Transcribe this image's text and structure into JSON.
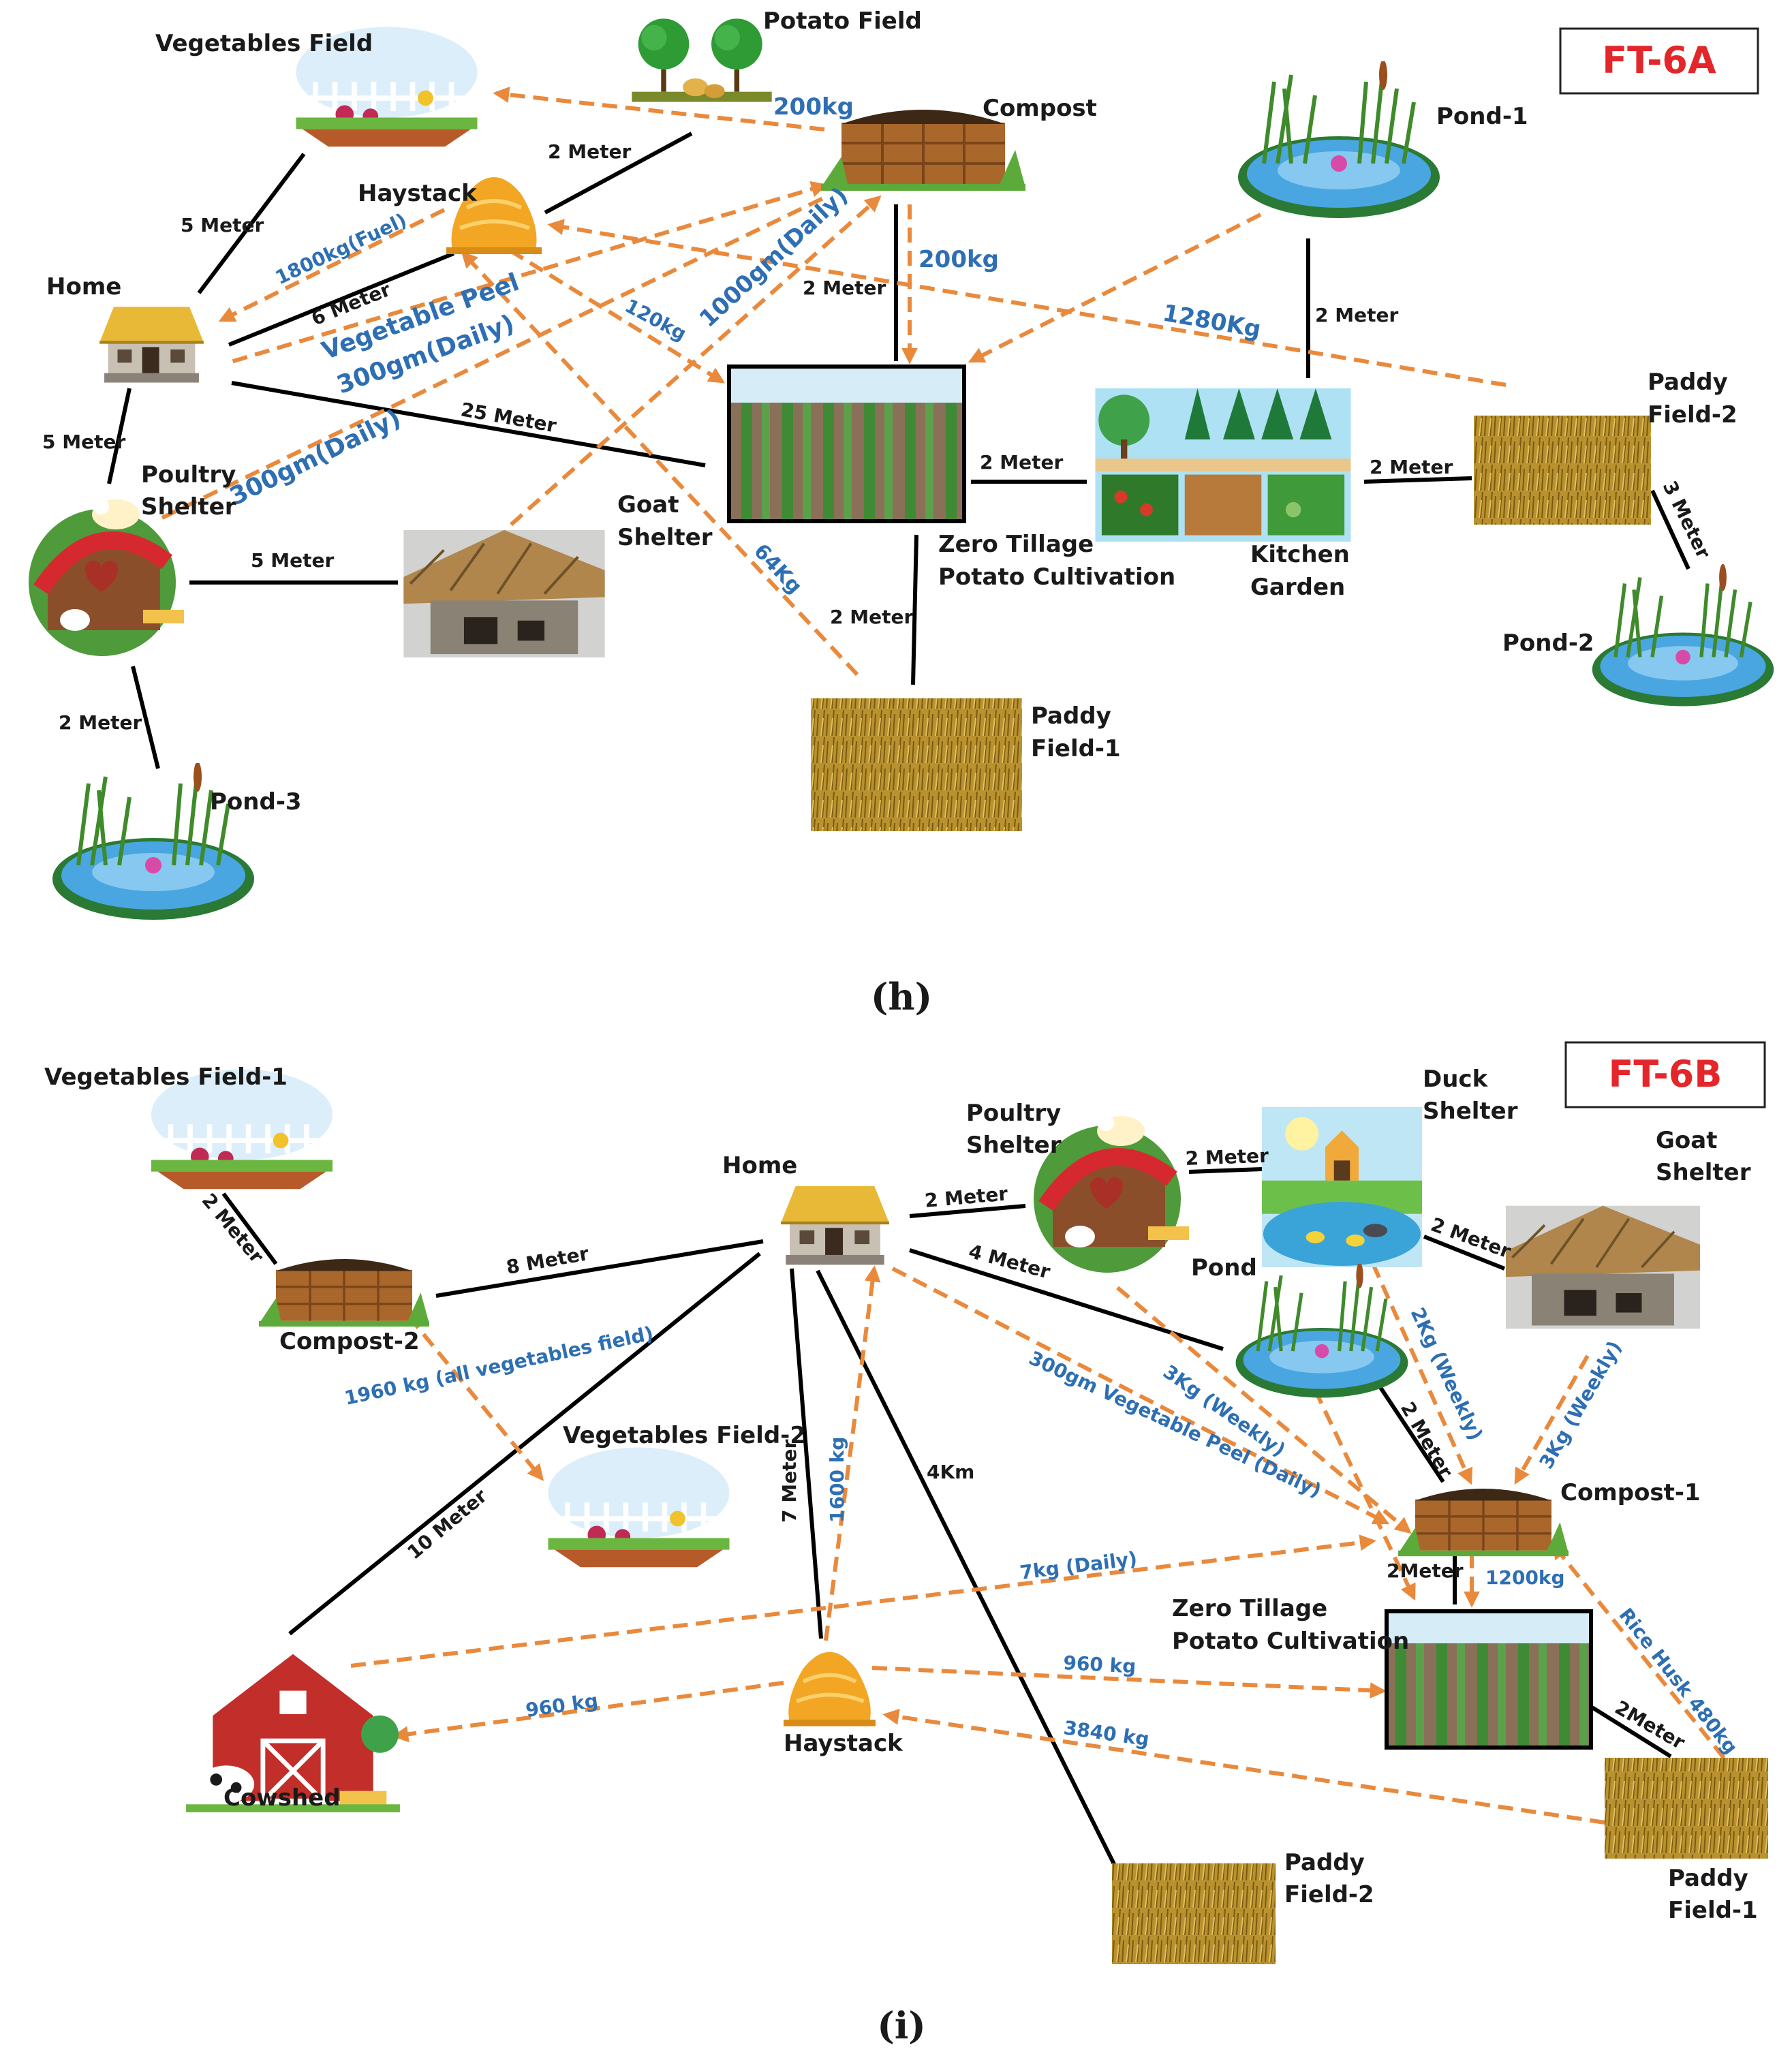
{
  "colors": {
    "line": "#000000",
    "flow": "#e9893c",
    "flowText": "#2e6fb3",
    "labelBox": "#e3262a",
    "text": "#1a1a1a"
  },
  "panelA": {
    "tag": "FT-6A",
    "caption": "(h)",
    "nodes": {
      "vegetables_field": "Vegetables Field",
      "potato_field": "Potato Field",
      "compost": "Compost",
      "pond_1": "Pond-1",
      "haystack": "Haystack",
      "home": "Home",
      "poultry_shelter": [
        "Poultry",
        "Shelter"
      ],
      "goat_shelter": [
        "Goat",
        "Shelter"
      ],
      "zero_tillage": [
        "Zero Tillage",
        "Potato Cultivation"
      ],
      "kitchen_garden": [
        "Kitchen",
        "Garden"
      ],
      "paddy_field_2": [
        "Paddy",
        "Field-2"
      ],
      "pond_2": "Pond-2",
      "paddy_field_1": [
        "Paddy",
        "Field-1"
      ],
      "pond_3": "Pond-3"
    },
    "distances": {
      "home_vegfield": "5 Meter",
      "haystack_compost": "2 Meter",
      "home_haystack": "6 Meter",
      "compost_zt": "2 Meter",
      "pond1_kitchen": "2 Meter",
      "home_zt": "25 Meter",
      "home_poultry": "5 Meter",
      "zt_kitchen": "2 Meter",
      "kitchen_paddy2": "2 Meter",
      "paddy2_pond2": "3 Meter",
      "poultry_goat": "5 Meter",
      "zt_paddy1": "2 Meter",
      "poultry_pond3": "2 Meter"
    },
    "flows": {
      "potato_compost": "200kg",
      "haystack_home": "1800kg(Fuel)",
      "veg_peel_1": "Vegetable Peel",
      "veg_peel_2": "300gm(Daily)",
      "haystack_zt": "120kg",
      "goat_compost": "1000gm(Daily)",
      "compost_zt": "200kg",
      "paddy2_haystack": "1280Kg",
      "poultry_compost": "300gm(Daily)",
      "paddy1_haystack": "64Kg"
    }
  },
  "panelB": {
    "tag": "FT-6B",
    "caption": "(i)",
    "nodes": {
      "vegetables_field_1": "Vegetables Field-1",
      "compost_2": "Compost-2",
      "home": "Home",
      "poultry_shelter": [
        "Poultry",
        "Shelter"
      ],
      "duck_shelter": [
        "Duck",
        "Shelter"
      ],
      "goat_shelter": [
        "Goat",
        "Shelter"
      ],
      "pond": "Pond",
      "vegetables_field_2": "Vegetables Field-2",
      "compost_1": "Compost-1",
      "zero_tillage": [
        "Zero Tillage",
        "Potato Cultivation"
      ],
      "cowshed": "Cowshed",
      "haystack": "Haystack",
      "paddy_field_2": [
        "Paddy",
        "Field-2"
      ],
      "paddy_field_1": [
        "Paddy",
        "Field-1"
      ]
    },
    "distances": {
      "veg1_compost2": "2 Meter",
      "compost2_home": "8 Meter",
      "home_poultry": "2 Meter",
      "poultry_duck": "2 Meter",
      "duck_goat": "2 Meter",
      "home_pond": "4 Meter",
      "pond_compost1": "2 Meter",
      "home_cowshed": "10 Meter",
      "home_haystack": "7 Meter",
      "home_paddy2": "4Km",
      "compost1_zt": "2Meter",
      "zt_paddy1": "2Meter"
    },
    "flows": {
      "compost2_veg2": "1960 kg (all vegetables field)",
      "haystack_home": "1600 kg",
      "home_compost1": "300gm Vegetable Peel (Daily)",
      "poultry_compost1": "3Kg (Weekly)",
      "duck_compost1": "2Kg (Weekly)",
      "goat_compost1": "3Kg (Weekly)",
      "compost1_zt": "1200kg",
      "cowshed_compost1": "7kg (Daily)",
      "paddy1_compost1": "Rice Husk 480kg",
      "haystack_zt": "960 kg",
      "haystack_cowshed": "960 kg",
      "paddy1_haystack": "3840 kg"
    }
  }
}
